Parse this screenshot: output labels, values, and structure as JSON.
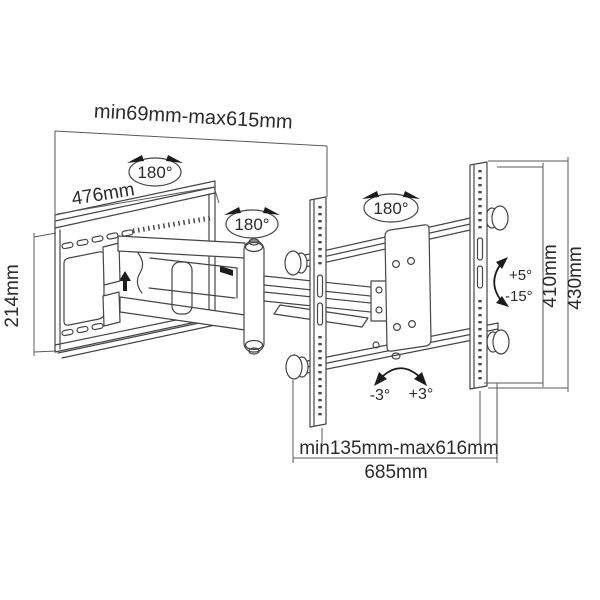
{
  "page": {
    "background": "#ffffff"
  },
  "drawing": {
    "type": "technical-line-drawing",
    "subject": "articulating TV wall mount bracket",
    "stroke_color": "#454545",
    "dimension_color": "#5a5a5a",
    "text_color": "#2b2b2b",
    "labels": {
      "extension_range": "min69mm-max615mm",
      "arm_length": "476mm",
      "wall_plate_height": "214mm",
      "swivel_wall": "180°",
      "swivel_elbow": "180°",
      "swivel_tv": "180°",
      "tilt_up": "+5°",
      "tilt_down": "-15°",
      "level_left": "-3°",
      "level_right": "+3°",
      "vesa_rail_span": "410mm",
      "bracket_height": "430mm",
      "width_range": "min135mm-max616mm",
      "bracket_width": "685mm"
    }
  }
}
